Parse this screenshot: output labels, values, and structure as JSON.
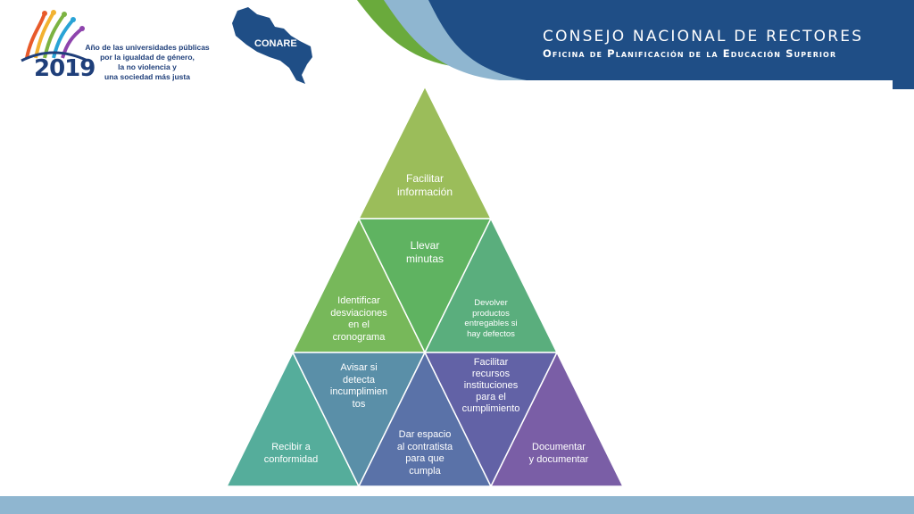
{
  "header": {
    "logo_lines": [
      "Año de las universidades públicas",
      "por la igualdad de género,",
      "la no violencia y",
      "una sociedad más justa"
    ],
    "year": "2019",
    "conare_label": "CONARE",
    "org_title": "CONSEJO NACIONAL DE RECTORES",
    "org_subtitle": "Oficina de Planificación de la Educación Superior"
  },
  "pyramid": {
    "tiles": [
      {
        "id": "top",
        "label": "Facilitar\ninformación",
        "color": "#9bbd5a"
      },
      {
        "id": "mid-left",
        "label": "Identificar\ndesviaciones\nen el\ncronograma",
        "color": "#77b85a"
      },
      {
        "id": "mid-center",
        "label": "Llevar\nminutas",
        "color": "#5fb361"
      },
      {
        "id": "mid-right",
        "label": "Devolver\nproductos\nentregables si\nhay defectos",
        "color": "#5aae7d"
      },
      {
        "id": "bot-1",
        "label": "Recibir a\nconformidad",
        "color": "#55ad9b"
      },
      {
        "id": "bot-2",
        "label": "Avisar si\ndetecta\nincumplimien\ntos",
        "color": "#5a8fa8"
      },
      {
        "id": "bot-3",
        "label": "Dar espacio\nal contratista\npara que\ncumpla",
        "color": "#5a72a8"
      },
      {
        "id": "bot-4",
        "label": "Facilitar\nrecursos\ninstituciones\npara el\ncumplimiento",
        "color": "#6262a6"
      },
      {
        "id": "bot-5",
        "label": "Documentar\ny documentar",
        "color": "#7a5ea6"
      }
    ]
  },
  "colors": {
    "header_dark_blue": "#1f4e86",
    "header_light_blue": "#8fb6d0",
    "header_green": "#6aaa3c",
    "bottom_bar": "#8fb6d0"
  }
}
